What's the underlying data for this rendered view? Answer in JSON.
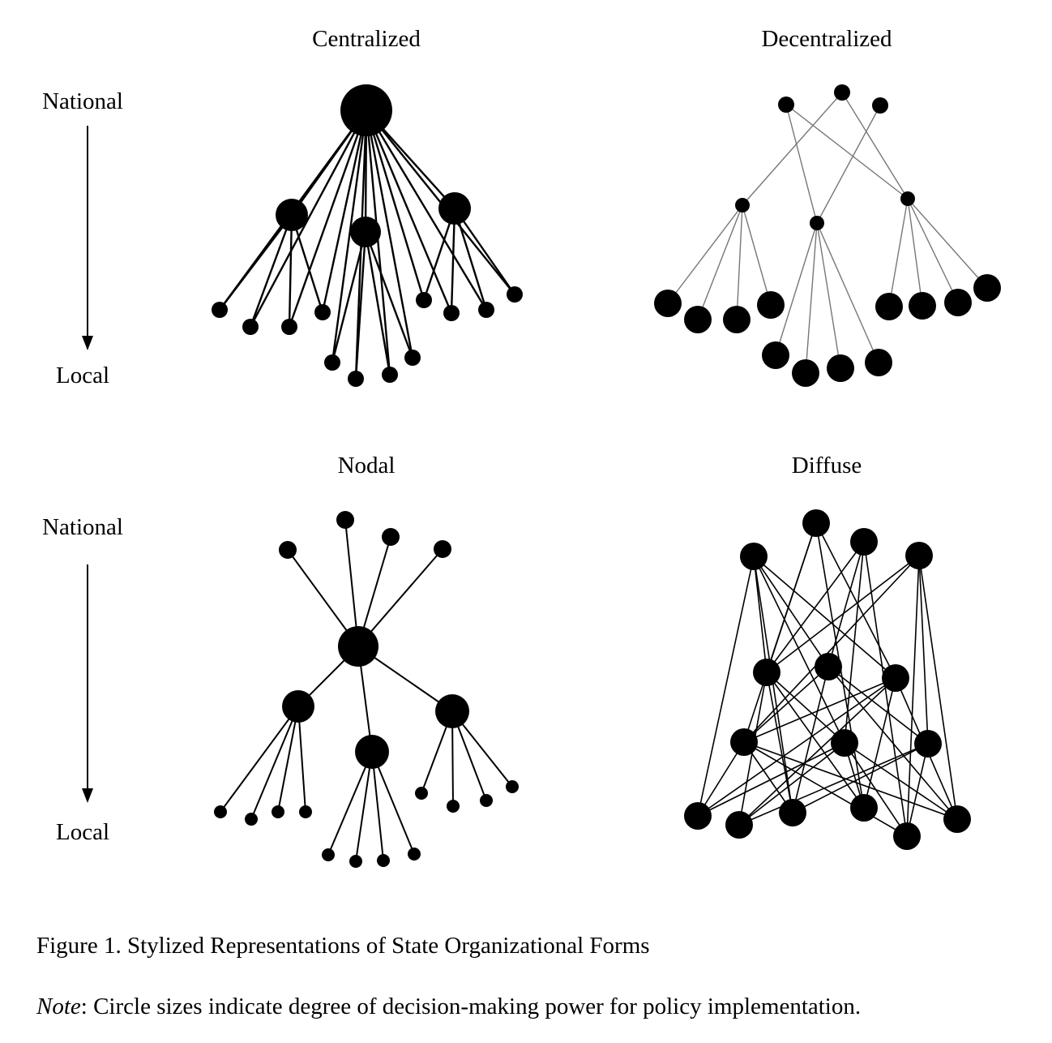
{
  "panels": {
    "centralized": {
      "title": "Centralized"
    },
    "decentralized": {
      "title": "Decentralized"
    },
    "nodal": {
      "title": "Nodal"
    },
    "diffuse": {
      "title": "Diffuse"
    }
  },
  "axis": {
    "top_label": "National",
    "bottom_label": "Local"
  },
  "caption": {
    "figure": "Figure 1. Stylized Representations of State Organizational Forms",
    "note_label": "Note",
    "note_text": ": Circle sizes indicate degree of decision-making power for policy implementation."
  }
}
